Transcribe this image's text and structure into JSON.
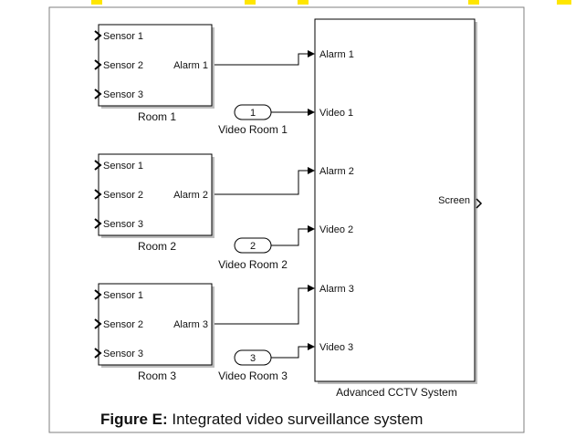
{
  "colors": {
    "block_fill": "#ffffff",
    "block_border": "#000000",
    "block_shadow": "#bdbdbd",
    "line": "#000000",
    "highlight": "#ffe600"
  },
  "rooms": [
    {
      "name": "Room 1",
      "inputs": [
        "Sensor 1",
        "Sensor 2",
        "Sensor 3"
      ],
      "output": "Alarm 1"
    },
    {
      "name": "Room 2",
      "inputs": [
        "Sensor 1",
        "Sensor 2",
        "Sensor 3"
      ],
      "output": "Alarm 2"
    },
    {
      "name": "Room 3",
      "inputs": [
        "Sensor 1",
        "Sensor 2",
        "Sensor 3"
      ],
      "output": "Alarm 3"
    }
  ],
  "video_inports": [
    {
      "number": "1",
      "name": "Video Room 1"
    },
    {
      "number": "2",
      "name": "Video Room 2"
    },
    {
      "number": "3",
      "name": "Video Room 3"
    }
  ],
  "cctv": {
    "name": "Advanced CCTV System",
    "inputs": [
      "Alarm 1",
      "Video 1",
      "Alarm 2",
      "Video 2",
      "Alarm 3",
      "Video 3"
    ],
    "output": "Screen"
  },
  "caption": {
    "bold": "Figure E:",
    "text": " Integrated video surveillance system"
  }
}
